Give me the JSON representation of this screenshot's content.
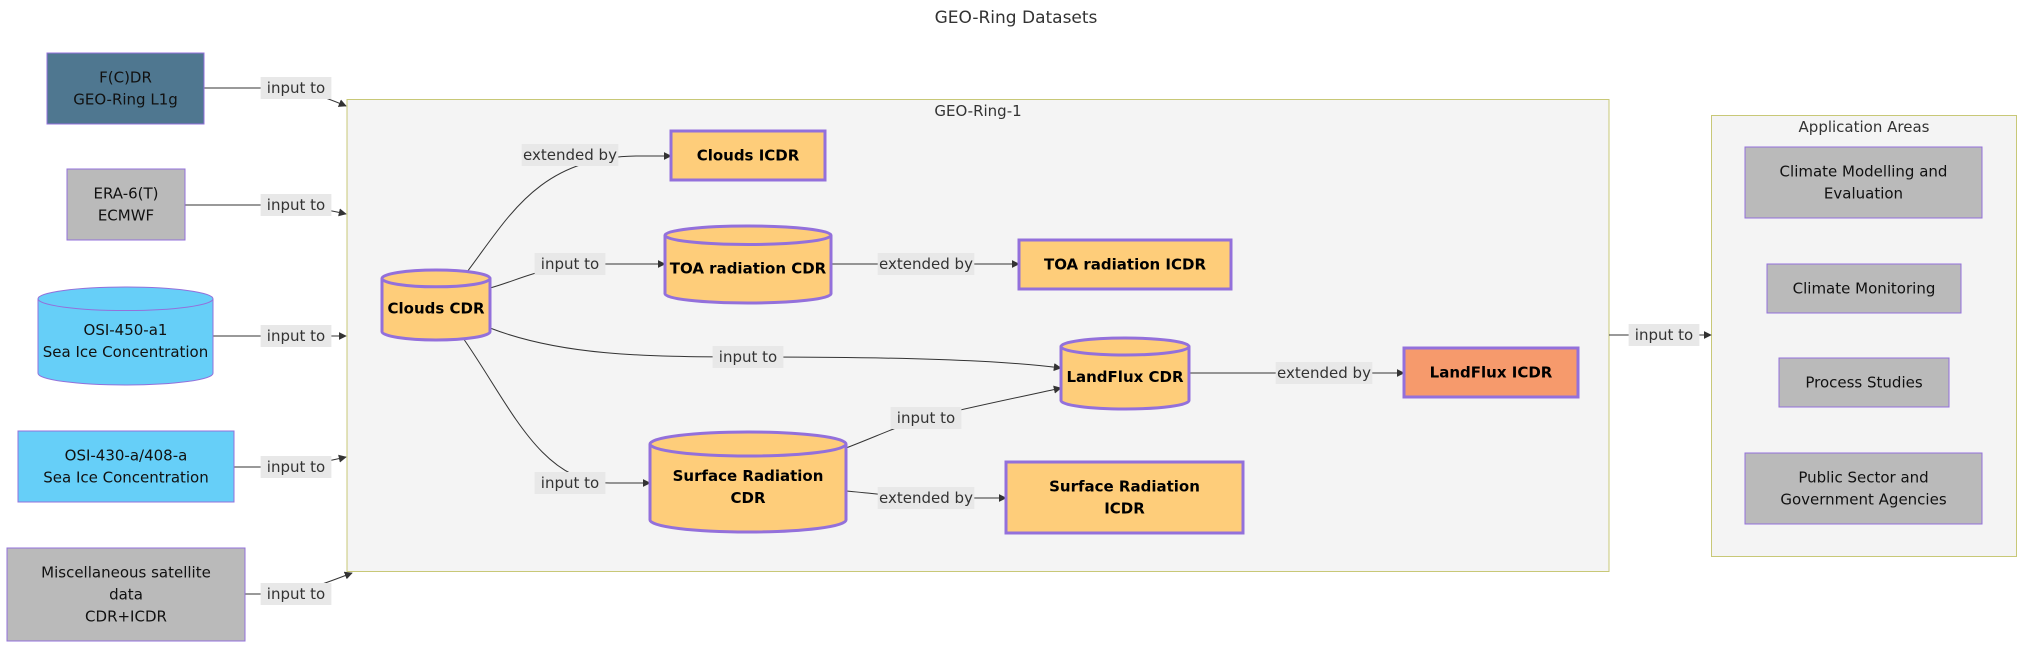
{
  "title": "GEO-Ring Datasets",
  "colors": {
    "fcdr_fill": "#4f7790",
    "grey_fill": "#bababa",
    "seaice_fill": "#66cff8",
    "cdr_fill": "#fecd7a",
    "landflux_icdr_fill": "#f69a6c",
    "node_stroke": "#9370db",
    "cluster_fill": "#f4f4f4",
    "cluster_stroke": "#c8c877",
    "edge_color": "#333333",
    "edge_label_bg": "#e8e8e8"
  },
  "inputs": [
    {
      "id": "fcdr",
      "lines": [
        "F(C)DR",
        "GEO-Ring L1g"
      ],
      "shape": "rect",
      "edge_label": "input to"
    },
    {
      "id": "era",
      "lines": [
        "ERA-6(T)",
        "ECMWF"
      ],
      "shape": "rect",
      "edge_label": "input to"
    },
    {
      "id": "osi450",
      "lines": [
        "OSI-450-a1",
        "Sea Ice Concentration"
      ],
      "shape": "cylinder",
      "edge_label": "input to"
    },
    {
      "id": "osi430",
      "lines": [
        "OSI-430-a/408-a",
        "Sea Ice Concentration"
      ],
      "shape": "rect",
      "edge_label": "input to"
    },
    {
      "id": "misc",
      "lines": [
        "Miscellaneous satellite",
        "data",
        "CDR+ICDR"
      ],
      "shape": "rect",
      "edge_label": "input to"
    }
  ],
  "geo_ring": {
    "label": "GEO-Ring-1",
    "nodes": {
      "clouds_cdr": {
        "lines": [
          "Clouds CDR"
        ],
        "shape": "cylinder"
      },
      "clouds_icdr": {
        "lines": [
          "Clouds ICDR"
        ],
        "shape": "rect"
      },
      "toa_cdr": {
        "lines": [
          "TOA radiation CDR"
        ],
        "shape": "cylinder"
      },
      "toa_icdr": {
        "lines": [
          "TOA radiation ICDR"
        ],
        "shape": "rect"
      },
      "landflux_cdr": {
        "lines": [
          "LandFlux CDR"
        ],
        "shape": "cylinder"
      },
      "landflux_icdr": {
        "lines": [
          "LandFlux ICDR"
        ],
        "shape": "rect"
      },
      "surf_cdr": {
        "lines": [
          "Surface Radiation",
          "CDR"
        ],
        "shape": "cylinder"
      },
      "surf_icdr": {
        "lines": [
          "Surface Radiation",
          "ICDR"
        ],
        "shape": "rect"
      }
    },
    "edges": [
      {
        "from": "clouds_cdr",
        "to": "clouds_icdr",
        "label": "extended by"
      },
      {
        "from": "clouds_cdr",
        "to": "toa_cdr",
        "label": "input to"
      },
      {
        "from": "clouds_cdr",
        "to": "landflux_cdr",
        "label": "input to"
      },
      {
        "from": "clouds_cdr",
        "to": "surf_cdr",
        "label": "input to"
      },
      {
        "from": "toa_cdr",
        "to": "toa_icdr",
        "label": "extended by"
      },
      {
        "from": "surf_cdr",
        "to": "landflux_cdr",
        "label": "input to"
      },
      {
        "from": "surf_cdr",
        "to": "surf_icdr",
        "label": "extended by"
      },
      {
        "from": "landflux_cdr",
        "to": "landflux_icdr",
        "label": "extended by"
      }
    ]
  },
  "output_edge": {
    "from": "GEO-Ring-1",
    "to": "Application Areas",
    "label": "input to"
  },
  "application_areas": {
    "label": "Application Areas",
    "items": [
      {
        "lines": [
          "Climate Modelling and",
          "Evaluation"
        ]
      },
      {
        "lines": [
          "Climate Monitoring"
        ]
      },
      {
        "lines": [
          "Process Studies"
        ]
      },
      {
        "lines": [
          "Public Sector and",
          "Government Agencies"
        ]
      }
    ]
  }
}
